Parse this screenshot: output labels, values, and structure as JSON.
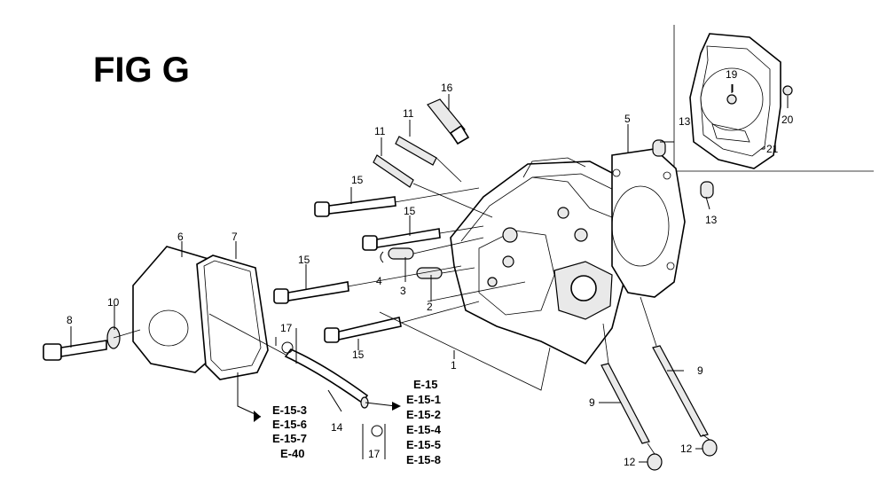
{
  "figure": {
    "title": "FIG G"
  },
  "callouts": [
    {
      "id": "c1",
      "label": "1"
    },
    {
      "id": "c2",
      "label": "2"
    },
    {
      "id": "c3",
      "label": "3"
    },
    {
      "id": "c4",
      "label": "4"
    },
    {
      "id": "c5",
      "label": "5"
    },
    {
      "id": "c6",
      "label": "6"
    },
    {
      "id": "c7",
      "label": "7"
    },
    {
      "id": "c8",
      "label": "8"
    },
    {
      "id": "c9a",
      "label": "9"
    },
    {
      "id": "c9b",
      "label": "9"
    },
    {
      "id": "c10",
      "label": "10"
    },
    {
      "id": "c11a",
      "label": "11"
    },
    {
      "id": "c11b",
      "label": "11"
    },
    {
      "id": "c12a",
      "label": "12"
    },
    {
      "id": "c12b",
      "label": "12"
    },
    {
      "id": "c13a",
      "label": "13"
    },
    {
      "id": "c13b",
      "label": "13"
    },
    {
      "id": "c14",
      "label": "14"
    },
    {
      "id": "c15a",
      "label": "15"
    },
    {
      "id": "c15b",
      "label": "15"
    },
    {
      "id": "c15c",
      "label": "15"
    },
    {
      "id": "c15d",
      "label": "15"
    },
    {
      "id": "c16",
      "label": "16"
    },
    {
      "id": "c17a",
      "label": "17"
    },
    {
      "id": "c17b",
      "label": "17"
    },
    {
      "id": "c19",
      "label": "19"
    },
    {
      "id": "c20",
      "label": "20"
    },
    {
      "id": "c21",
      "label": "21"
    }
  ],
  "references": {
    "left": [
      "E-15-3",
      "E-15-6",
      "E-15-7",
      "E-40"
    ],
    "right": [
      "E-15",
      "E-15-1",
      "E-15-2",
      "E-15-4",
      "E-15-5",
      "E-15-8"
    ]
  }
}
